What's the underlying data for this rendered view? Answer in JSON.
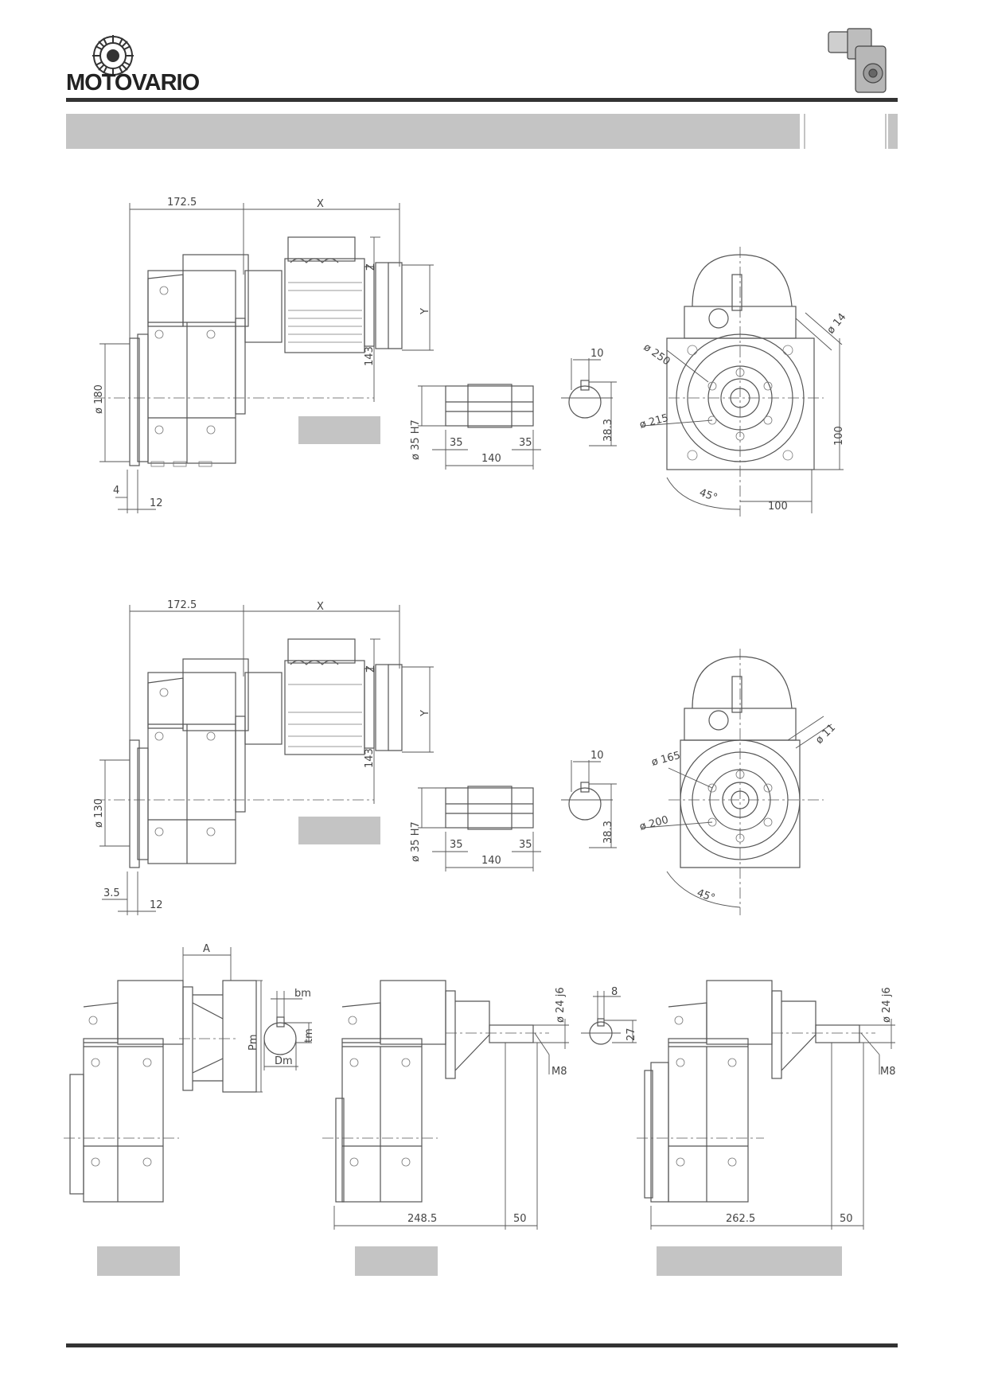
{
  "header": {
    "brand": "MOTOVARIO",
    "logo_icon": "motovario-gear-logo-icon",
    "product_icon": "gearmotor-product-icon"
  },
  "top_view": {
    "dim_172": "172.5",
    "dim_x": "X",
    "dim_z": "Z",
    "dim_y": "Y",
    "dim_143": "143",
    "dim_d180": "ø 180",
    "dim_4": "4",
    "dim_12": "12",
    "shaft_d35": "ø 35 H7",
    "shaft_35a": "35",
    "shaft_35b": "35",
    "shaft_140": "140",
    "key_10": "10",
    "key_383": "38.3",
    "flange_d250": "ø 250",
    "flange_d215": "ø 215",
    "flange_d14": "ø 14",
    "flange_45": "45°",
    "flange_100h": "100",
    "flange_100v": "100"
  },
  "mid_view": {
    "dim_172": "172.5",
    "dim_x": "X",
    "dim_z": "Z",
    "dim_y": "Y",
    "dim_143": "143",
    "dim_d130": "ø 130",
    "dim_35": "3.5",
    "dim_12": "12",
    "shaft_d35": "ø 35 H7",
    "shaft_35a": "35",
    "shaft_35b": "35",
    "shaft_140": "140",
    "key_10": "10",
    "key_383": "38.3",
    "flange_d165": "ø 165",
    "flange_d200": "ø 200",
    "flange_d11": "ø 11",
    "flange_45": "45°"
  },
  "bottom_view": {
    "dim_a": "A",
    "dim_bm": "bm",
    "dim_pm": "Pm",
    "dim_tm": "tm",
    "dim_dm": "Dm",
    "dim_d24a": "ø 24 j6",
    "dim_m8a": "M8",
    "dim_8": "8",
    "dim_27": "27",
    "dim_2485": "248.5",
    "dim_50a": "50",
    "dim_d24b": "ø 24 j6",
    "dim_m8b": "M8",
    "dim_2625": "262.5",
    "dim_50b": "50"
  }
}
